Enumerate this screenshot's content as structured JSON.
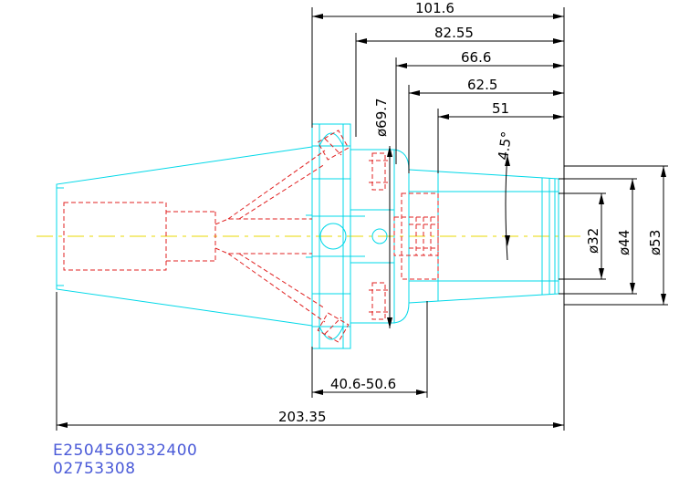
{
  "drawing": {
    "colors": {
      "outline": "#00d8e8",
      "hidden": "#e02020",
      "centerline": "#e8d800",
      "dimension": "#000000",
      "code_text": "#4a5ad8"
    },
    "dimensions": {
      "d101": "101.6",
      "d82": "82.55",
      "d66": "66.6",
      "d62": "62.5",
      "d51": "51",
      "d40": "40.6-50.6",
      "d203": "203.35",
      "dia69": "ø69.7",
      "dia32": "ø32",
      "dia44": "ø44",
      "dia53": "ø53",
      "angle": "4.5°"
    },
    "codes": {
      "line1": "E2504560332400",
      "line2": "02753308"
    }
  }
}
